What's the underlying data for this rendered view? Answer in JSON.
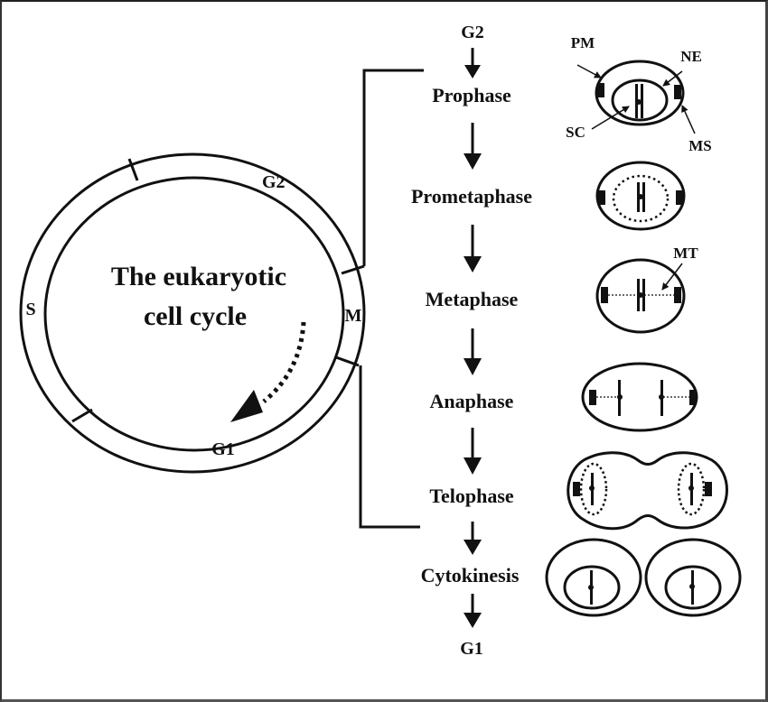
{
  "diagram": {
    "title_line1": "The eukaryotic",
    "title_line2": "cell cycle",
    "cycle_phases": {
      "g2": "G2",
      "s": "S",
      "m": "M",
      "g1": "G1"
    },
    "flow": {
      "start": "G2",
      "stages": [
        "Prophase",
        "Prometaphase",
        "Metaphase",
        "Anaphase",
        "Telophase",
        "Cytokinesis"
      ],
      "end": "G1"
    },
    "labels": {
      "pm": "PM",
      "ne": "NE",
      "sc": "SC",
      "ms": "MS",
      "mt": "MT"
    }
  }
}
